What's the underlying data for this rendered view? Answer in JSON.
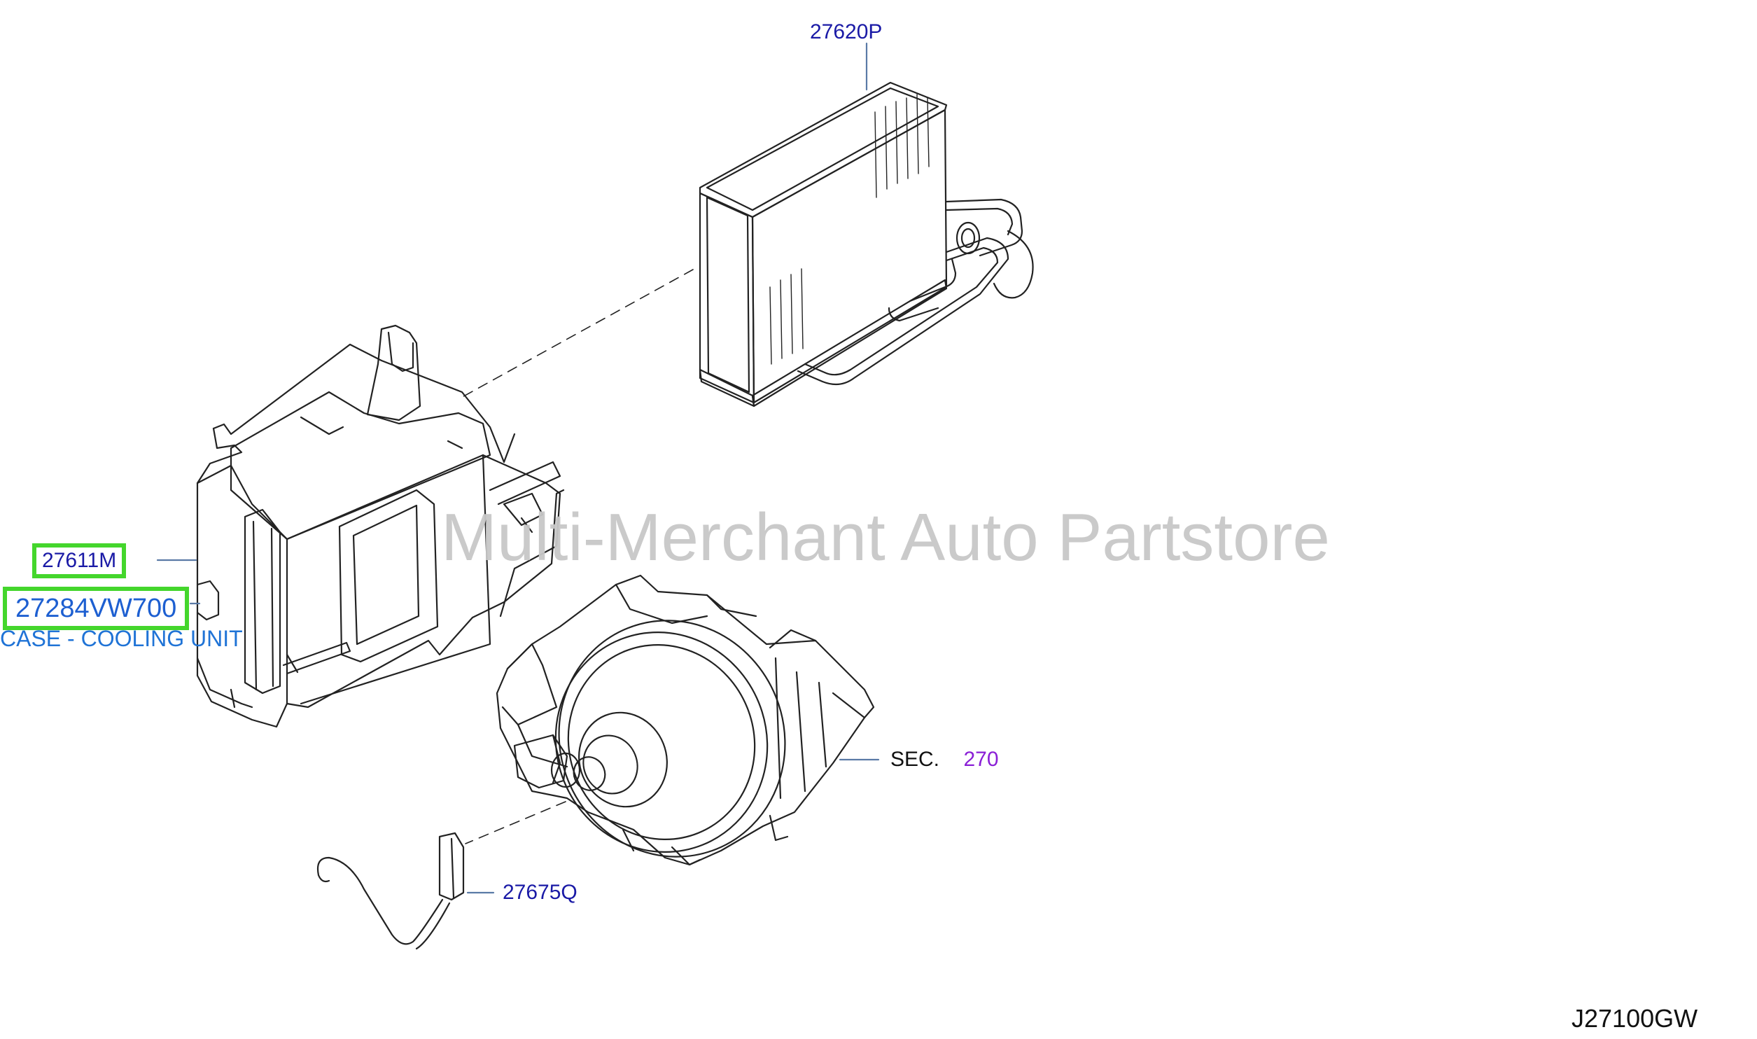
{
  "watermark": "Multi-Merchant Auto Partstore",
  "diagram_code": "J27100GW",
  "callouts": {
    "evaporator": "27620P",
    "case_lower": "27611M",
    "selected_part": "27284VW700",
    "selected_part_desc": "CASE - COOLING UNIT",
    "sensor": "27675Q",
    "sec_prefix": "SEC.",
    "sec_number": "270"
  },
  "colors": {
    "highlight": "#44d62c",
    "part_link": "#1a1aa6",
    "desc": "#1f73d6",
    "sec_number": "#8a1fd6",
    "watermark": "#c8c8c8"
  }
}
